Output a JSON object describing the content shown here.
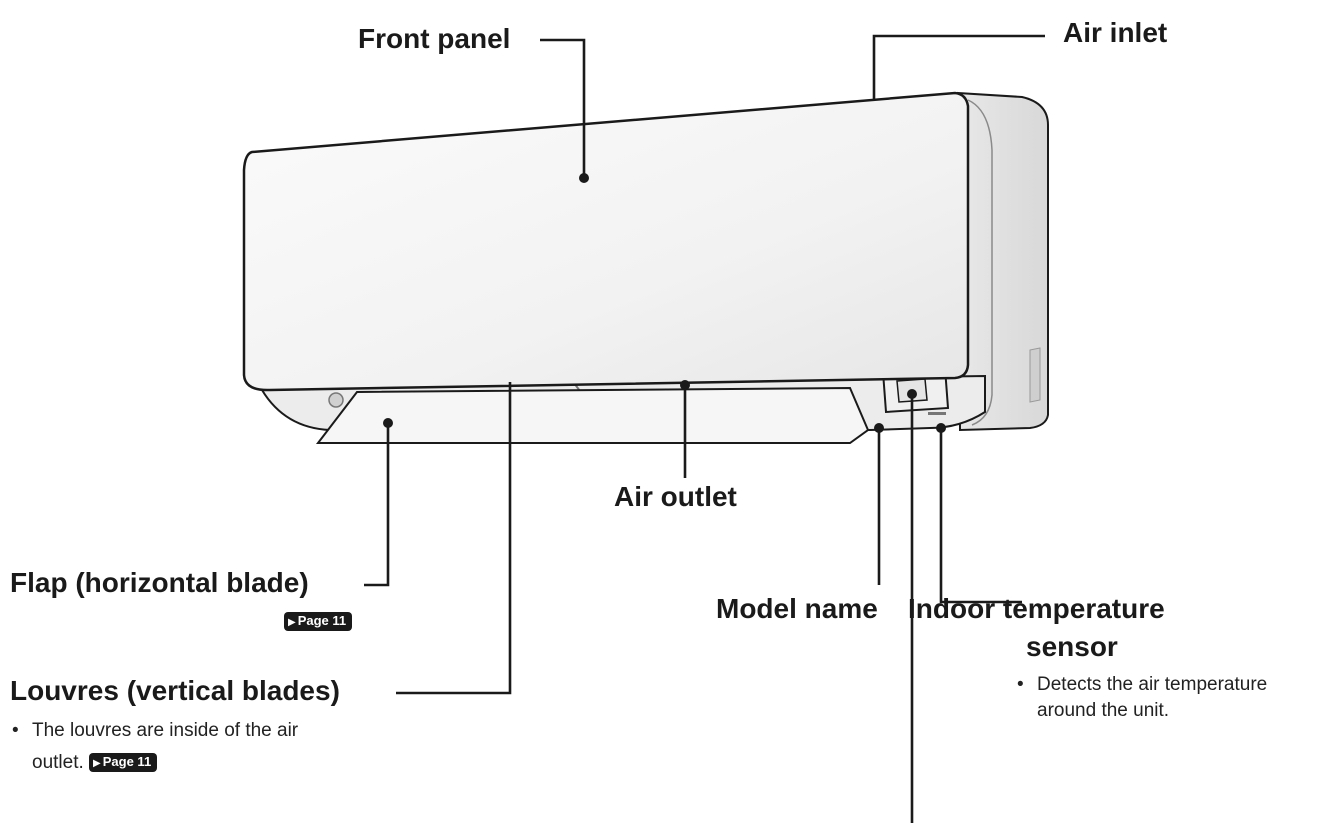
{
  "labels": {
    "front_panel": "Front panel",
    "air_inlet": "Air inlet",
    "air_outlet": "Air outlet",
    "flap": "Flap (horizontal blade)",
    "louvres": "Louvres (vertical blades)",
    "model_name": "Model name",
    "indoor_sensor_line1": "Indoor temperature",
    "indoor_sensor_line2": "sensor"
  },
  "notes": {
    "louvres_line1": "The louvres are inside of the air",
    "louvres_line2": "outlet.",
    "sensor_line1": "Detects the air temperature",
    "sensor_line2": "around the unit."
  },
  "page_refs": {
    "flap": "Page 11",
    "louvres": "Page 11"
  },
  "colors": {
    "line": "#1a1a1a",
    "unit_body": "#f4f4f4",
    "unit_shadow": "#d9d9d9"
  }
}
